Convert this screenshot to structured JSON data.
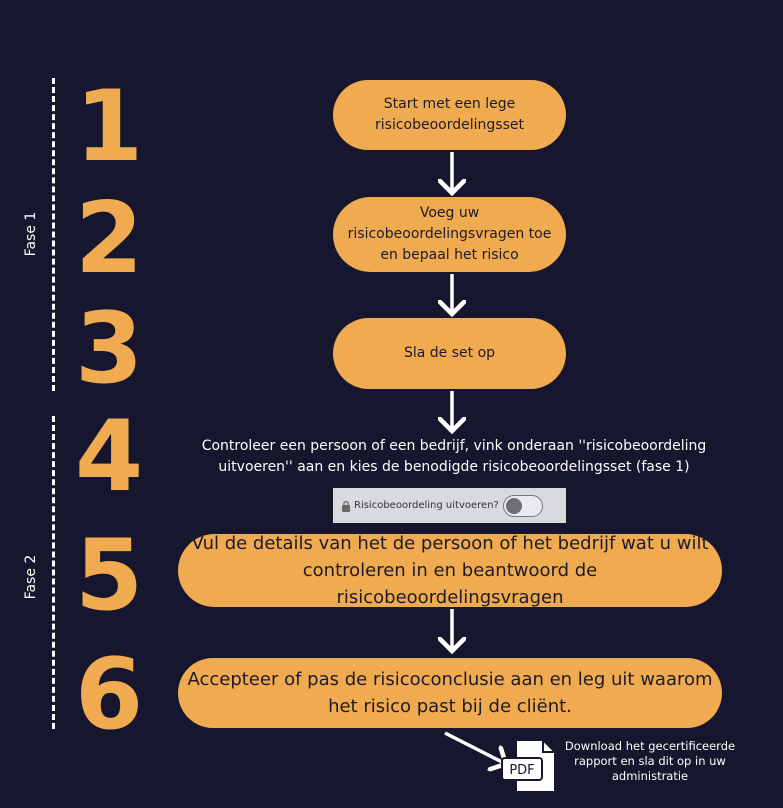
{
  "colors": {
    "background": "#16162f",
    "accent": "#f0aa4f",
    "text_dark": "#1c1b2e"
  },
  "phases": [
    {
      "label": "Fase 1"
    },
    {
      "label": "Fase 2"
    }
  ],
  "steps": [
    {
      "number": "1",
      "text": "Start met een lege risicobeoordelingsset"
    },
    {
      "number": "2",
      "text": "Voeg uw risicobeoordelingsvragen toe en bepaal het risico"
    },
    {
      "number": "3",
      "text": "Sla de set op"
    },
    {
      "number": "4",
      "text": "Controleer een persoon of een bedrijf, vink onderaan ''risicobeoordeling uitvoeren'' aan en kies de benodigde risicobeoordelingsset (fase 1)"
    },
    {
      "number": "5",
      "text": "Vul de details van het de persoon of het bedrijf wat u wilt controleren in en beantwoord de risicobeoordelingsvragen"
    },
    {
      "number": "6",
      "text": "Accepteer of pas de risicoconclusie aan en leg uit waarom het risico past bij de cliënt."
    }
  ],
  "toggle": {
    "icon": "lock-icon",
    "label": "Risicobeoordeling uitvoeren?",
    "enabled": false
  },
  "pdf": {
    "icon": "pdf-file-icon",
    "icon_text": "PDF",
    "caption": "Download het gecertificeerde rapport en sla dit op in uw administratie"
  }
}
